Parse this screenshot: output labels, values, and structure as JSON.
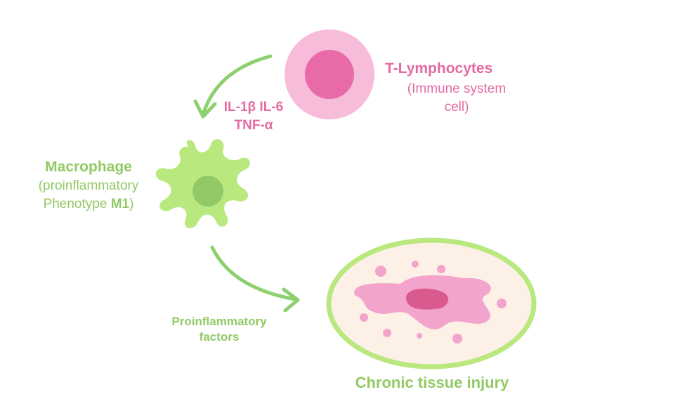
{
  "tcell": {
    "title": "T-Lymphocytes",
    "subtitle_line1": "(Immune system",
    "subtitle_line2": "cell)"
  },
  "cytokines": {
    "line1": "IL-1β  IL-6",
    "line2": "TNF-α"
  },
  "macrophage": {
    "title": "Macrophage",
    "subtitle_line1": "(proinflammatory",
    "subtitle_line2_prefix": "Phenotype ",
    "subtitle_line2_bold": "M1",
    "subtitle_line2_suffix": ")"
  },
  "factors": {
    "line1": "Proinflammatory",
    "line2": "factors"
  },
  "injury": {
    "title": "Chronic tissue injury"
  },
  "colors": {
    "pink": "#e56aa3",
    "light_pink": "#f4b8d6",
    "green": "#92c965",
    "light_green": "#b9e87f",
    "cream": "#fdf0e6"
  }
}
